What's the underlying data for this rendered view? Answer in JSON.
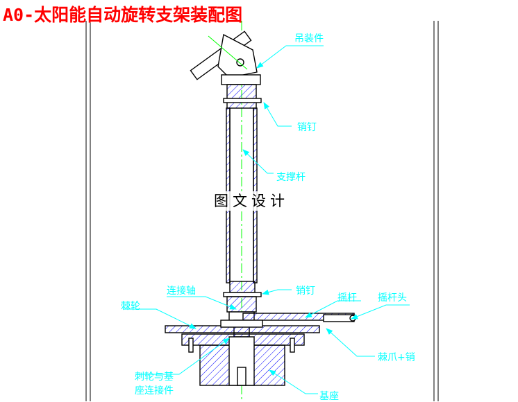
{
  "title": "A0-太阳能自动旋转支架装配图",
  "watermark": "图文设计",
  "labels": {
    "hanger": "吊装件",
    "pin_top": "销钉",
    "support_rod": "支撑杆",
    "pin_bottom": "销钉",
    "connect_shaft": "连接轴",
    "ratchet": "棘轮",
    "rocker": "摇杆",
    "rocker_head": "摇杆头",
    "pawl_pin": "棘爪+销",
    "ratchet_base_connector_line1": "刺轮与基",
    "ratchet_base_connector_line2": "座连接件",
    "base": "基座"
  },
  "colors": {
    "title": "#ff0000",
    "label": "#00ffff",
    "outline": "#000000",
    "centerline": "#00ff00",
    "hatch": "#0000ff",
    "leader": "#00ffff"
  }
}
